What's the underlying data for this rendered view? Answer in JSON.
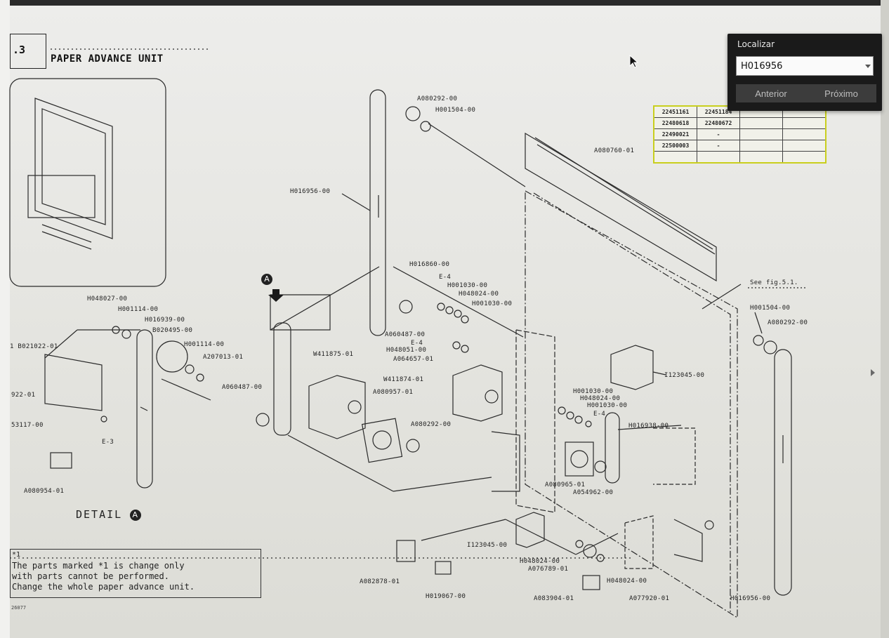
{
  "find_panel": {
    "title": "Localizar",
    "value": "H016956",
    "prev_label": "Anterior",
    "next_label": "Próximo"
  },
  "header": {
    "figure_number": ".3",
    "title": "PAPER ADVANCE UNIT"
  },
  "serial_table": [
    [
      "22451161",
      "22451184",
      "",
      ""
    ],
    [
      "22480618",
      "22480672",
      "",
      ""
    ],
    [
      "22490021",
      "-",
      "",
      ""
    ],
    [
      "22500003",
      "-",
      "",
      ""
    ],
    [
      "",
      "",
      "",
      ""
    ]
  ],
  "detail_label": "DETAIL",
  "detail_marker": "A",
  "callout_marker": "A",
  "parts": {
    "p01": "A080292-00",
    "p02": "H001504-00",
    "p03": "A080760-01",
    "p04": "H016956",
    "p05": "-00",
    "p06": "H016860-00",
    "p07": "E-4",
    "p08": "H001030-00",
    "p09": "H048024-00",
    "p10": "H001030-00",
    "p11": "A060487-00",
    "p12": "E-4",
    "p13": "H048051-00",
    "p14": "A064657-01",
    "p15": "W411875-01",
    "p16": "W411874-01",
    "p17": "A080957-01",
    "p18": "A060487-00",
    "p19": "A080292-00",
    "p20": "H048027-00",
    "p21": "H001114-00",
    "p22": "H016939-00",
    "p23": "B020495-00",
    "p24": "H001114-00",
    "p25": "A207013-01",
    "p26": "1 B021022-01",
    "p27": "922-01",
    "p28": "53117-00",
    "p29": "E-3",
    "p30": "A080954-01",
    "p31": "See fig.5.1.",
    "p32": "H001504-00",
    "p33": "A080292-00",
    "p34": "I123045-00",
    "p35": "H001030-00",
    "p36": "H048024-00",
    "p37": "H001030-00",
    "p38": "E-4",
    "p39": "H016938-00",
    "p40": "A080965-01",
    "p41": "A054962-00",
    "p42": "I123045-00",
    "p43": "H048024-00",
    "p44": "A076789-01",
    "p45": "H048024-00",
    "p46": "A082878-01",
    "p47": "H019067-00",
    "p48": "A083904-01",
    "p49": "A077920-01",
    "p50": "H016956-00"
  },
  "note": {
    "line1": "*1",
    "line2": "The parts marked *1 is change only",
    "line3": "with parts cannot be performed.",
    "line4": "Change the whole paper advance unit."
  },
  "doc_number": "26077"
}
